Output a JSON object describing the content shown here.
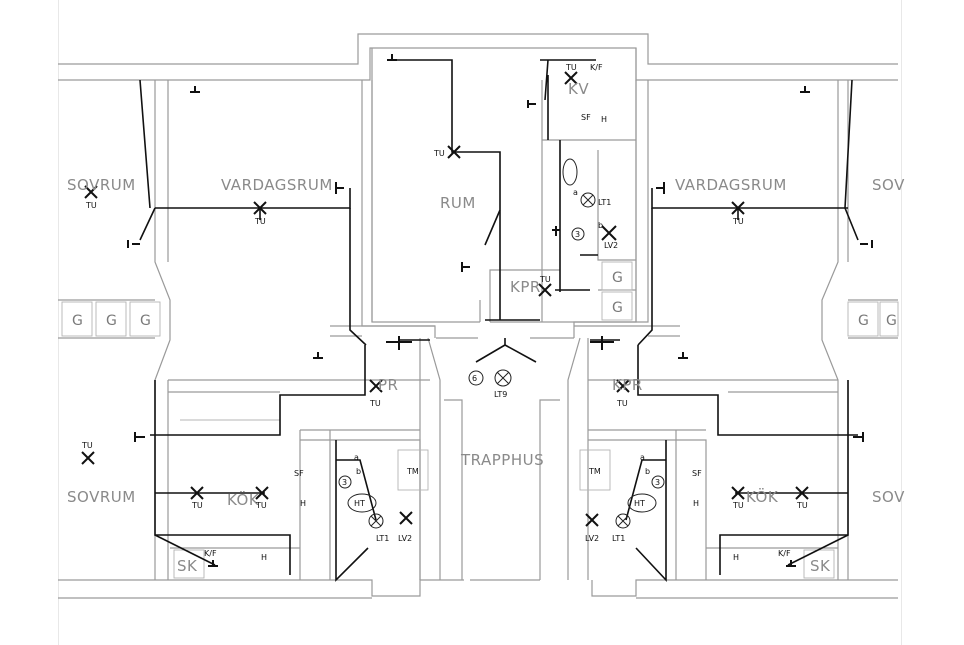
{
  "rooms": {
    "sovrum_left_top": "SOVRUM",
    "vardagsrum_left": "VARDAGSRUM",
    "rum": "RUM",
    "kv": "KV",
    "vardagsrum_right": "VARDAGSRUM",
    "sovrum_right_top": "SOV",
    "kpr": "KPR",
    "pr_left": "PR",
    "pr_right": "KPR",
    "trapphus": "TRAPPHUS",
    "sovrum_left_bottom": "SOVRUM",
    "kok_left": "KÖK",
    "kok_right": "KÖK",
    "sovrum_right_bottom": "SOV",
    "sk_left": "SK",
    "sk_right": "SK"
  },
  "labels": {
    "tu": "TU",
    "kf": "K/F",
    "h": "H",
    "sf": "SF",
    "lt1": "LT1",
    "lv2": "LV2",
    "lt9": "LT9",
    "tm": "TM",
    "ht": "HT",
    "g": "G",
    "a": "a",
    "b": "b",
    "six": "6",
    "three": "3"
  },
  "colors": {
    "wall": "#9a9a9a",
    "wire": "#111111",
    "label": "#8a8a8a"
  }
}
